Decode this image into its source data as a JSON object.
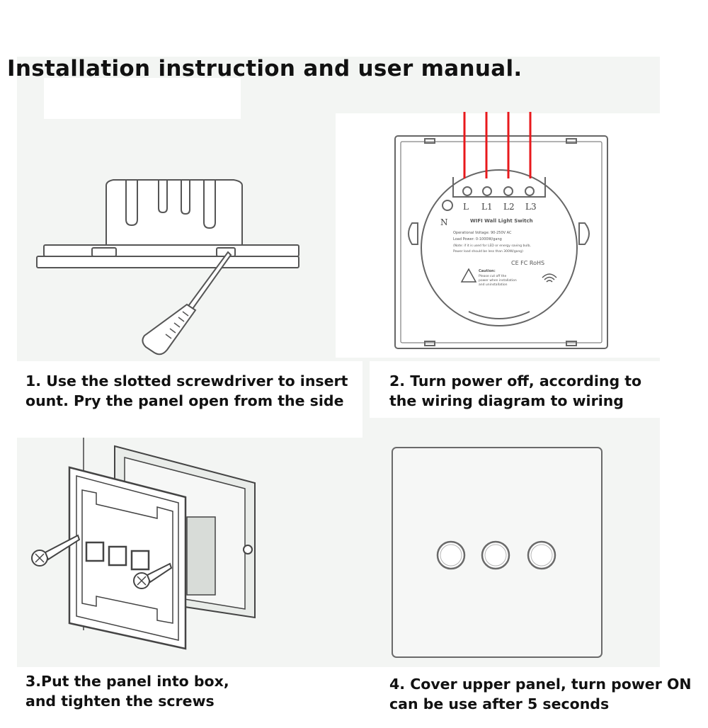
{
  "title": "Installation instruction and user manual.",
  "steps": [
    {
      "line1": "1. Use the slotted screwdriver to insert",
      "line2": "ount. Pry the panel open from the side"
    },
    {
      "line1": "2. Turn power off, according to",
      "line2": "the wiring diagram to wiring"
    },
    {
      "line1": "3.Put the panel into box,",
      "line2": "and tighten the screws"
    },
    {
      "line1": "4. Cover upper panel, turn power ON",
      "line2": "can be use after 5 seconds"
    }
  ],
  "wiring": {
    "n_label": "N",
    "terminals": [
      "L",
      "L1",
      "L2",
      "L3"
    ],
    "product_label": "WIFI Wall Light Switch",
    "spec_voltage": "Operational Voltage: 90-250V AC",
    "spec_load": "Load Power: 0-1000W/gang",
    "spec_note": "(Note: if it is used for LED or energy saving bulb,",
    "spec_note2": "Power load should be less than 300W/gang)",
    "cert_marks": "CE FC RoHS",
    "caution_title": "Caution:",
    "caution_line1": "Please cut off the",
    "caution_line2": "power when installation",
    "caution_line3": "and uninstallation"
  },
  "colors": {
    "wire": "#e8191c",
    "line_art": "#555555",
    "background": "#f3f5f3"
  }
}
